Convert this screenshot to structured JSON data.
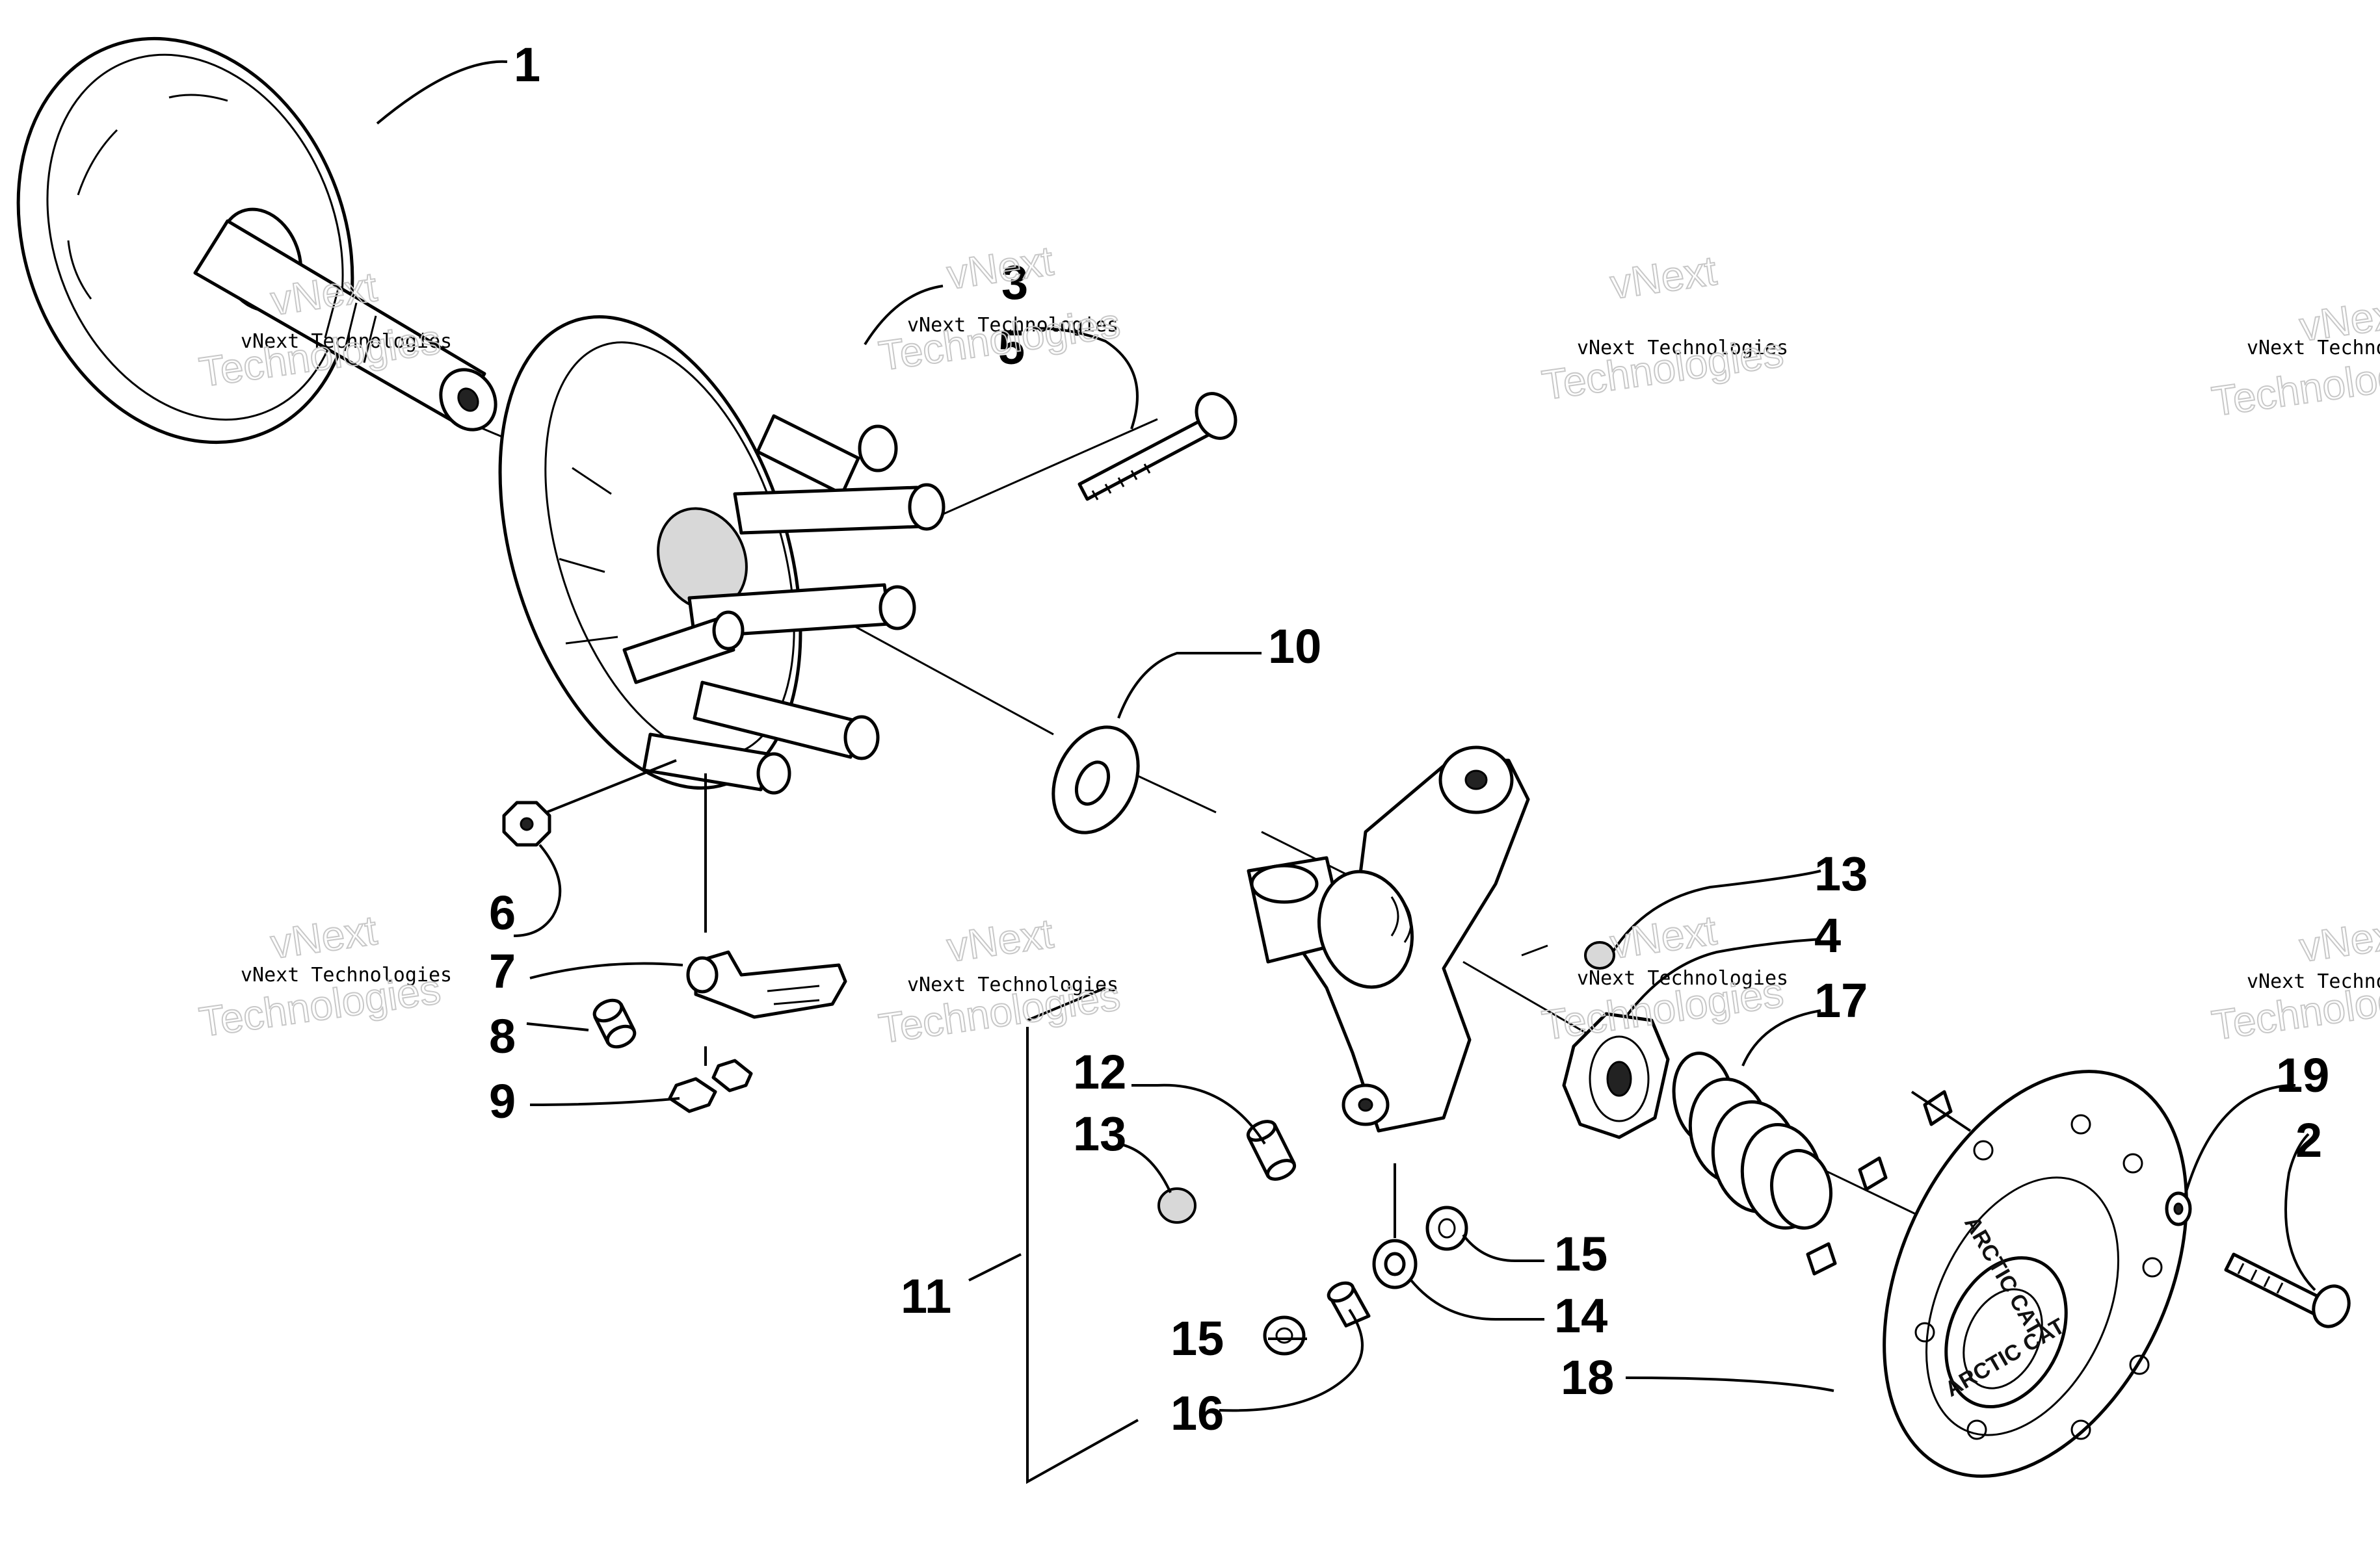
{
  "diagram": {
    "labels": {
      "p1": "1",
      "p2": "2",
      "p3": "3",
      "p4": "4",
      "p5": "5",
      "p6": "6",
      "p7": "7",
      "p8": "8",
      "p9": "9",
      "p10": "10",
      "p11": "11",
      "p12": "12",
      "p13a": "13",
      "p13b": "13",
      "p14": "14",
      "p15a": "15",
      "p15b": "15",
      "p16": "16",
      "p17": "17",
      "p18": "18",
      "p19": "19"
    },
    "watermark": {
      "brand": "vNext",
      "small": "vNext Technologies",
      "big": "Technologies"
    },
    "logo_text": "ARCTIC CAT"
  }
}
